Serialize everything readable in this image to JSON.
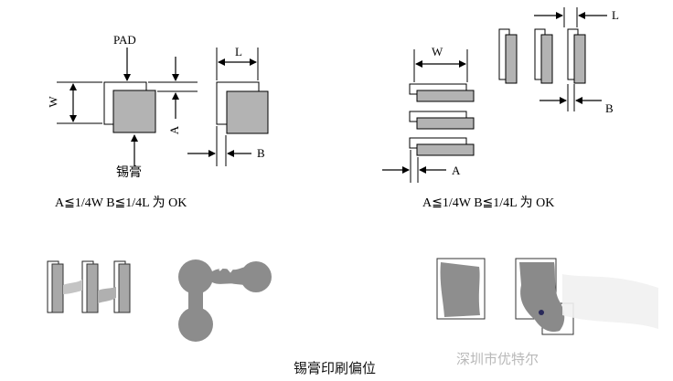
{
  "labels": {
    "pad": "PAD",
    "w_left": "W",
    "a_left": "A",
    "l_left": "L",
    "b_left": "B",
    "solder_paste": "锡膏",
    "w_right": "W",
    "a_right": "A",
    "l_right": "L",
    "b_right": "B"
  },
  "captions": {
    "left_rule": "A≦1/4W   B≦1/4L 为 OK",
    "right_rule": "A≦1/4W    B≦1/4L 为 OK",
    "figure_title": "锡膏印刷偏位",
    "watermark": "深圳市优特尔"
  },
  "colors": {
    "paste": "#b3b3b3",
    "pad_outline": "#000000",
    "blob": "#8c8c8c"
  }
}
